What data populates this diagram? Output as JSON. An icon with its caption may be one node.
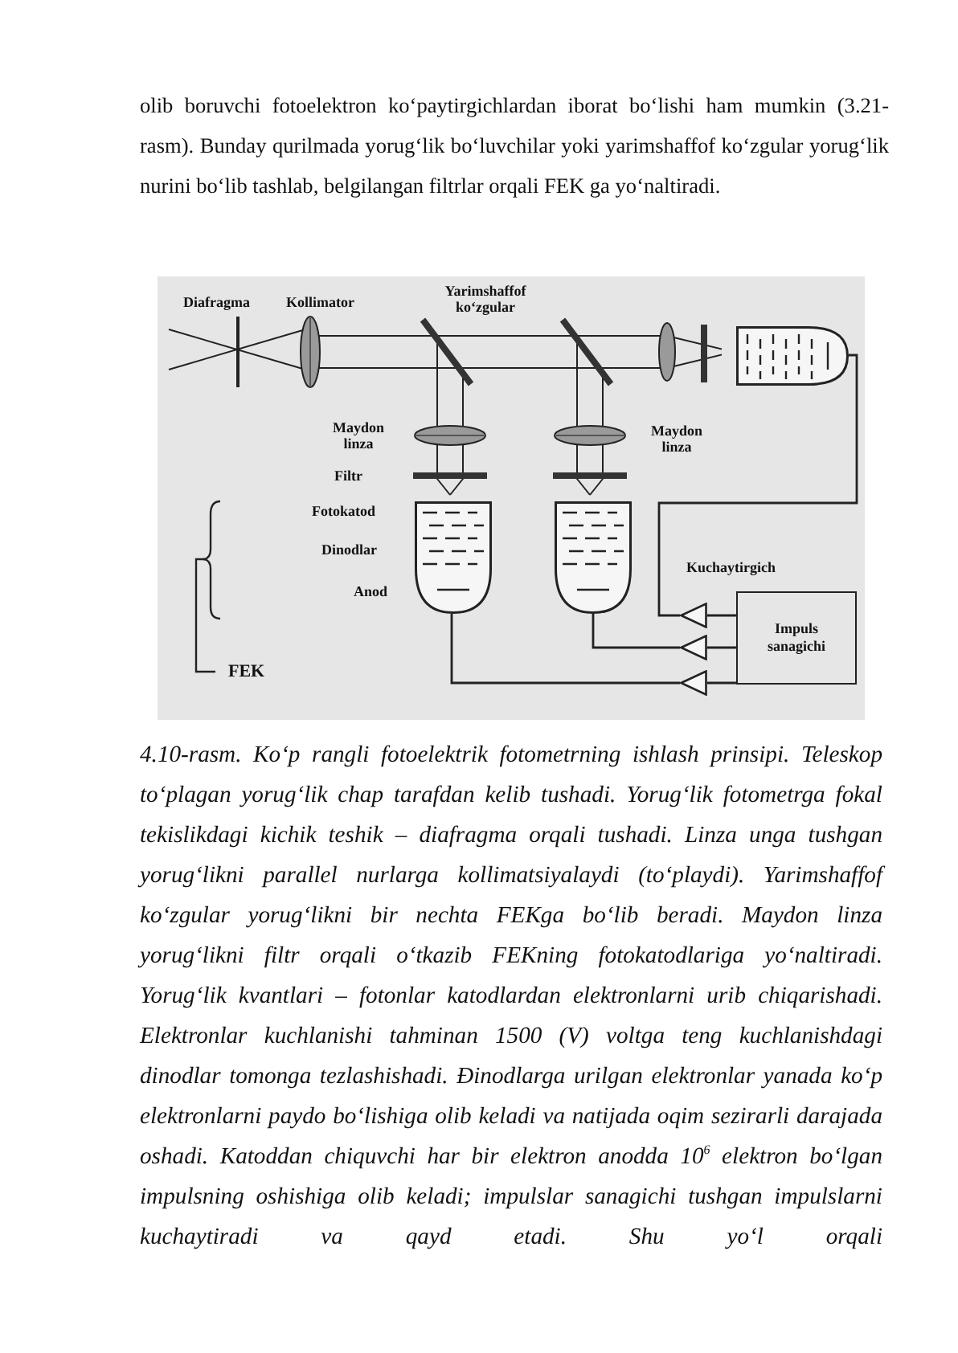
{
  "diagram": {
    "caption": "4.10-rasm. Ko‘p rangli fotoelektrik fotometrning ishlash prinsipi. Teleskop to‘plagan yorug‘lik chap tarafdan kelib tushadi. Yorug‘lik fotometrga fokal tekislikdagi kichik teshik – diafragma orqali tushadi. Linza unga tushgan yorug‘likni parallel nurlarga kollimatsiyalaydi (to‘playdi). Yarimshaffof ko‘zgular yorug‘likni bir nechta FEKga bo‘lib beradi. Maydon linza yorug‘likni filtr orqali o‘tkazib FEKning fotokatodlariga yo‘naltiradi. Yorug‘lik kvantlari – fotonlar katodlardan elektronlarni urib chiqarishadi. Elektronlar kuchlanishi tahminan 1500 (V) voltga teng kuchlanishdagi dinodlar tomonga tezlashishadi. Đinodlarga urilgan elektronlar yanada ko‘p elektronlarni paydo bo‘lishiga olib keladi va natijada oqim sezirarli darajada oshadi. Katoddan chiquvchi har bir elektron anodda 10$^{6}$ elektron bo‘lgan impulsning oshishiga olib keladi; impulslar sanagichi tushgan impulslarni kuchaytiradi va qayd etadi. Shu yo‘l orqali",
    "nodes": [
      {
        "text": [],
        "shape": "picture"
      },
      {
        "text": [],
        "shape": "picture"
      },
      {
        "text": [],
        "shape": "picture"
      },
      {
        "text": [],
        "shape": "triangle"
      },
      {
        "text": [],
        "shape": "triangle"
      },
      {
        "text": [],
        "shape": "triangle"
      },
      {
        "text": [
          "Impuls sanagichi"
        ]
      }
    ],
    "edges": [
      {
        "from": 0,
        "to": 3,
        "arrow": "none"
      },
      {
        "from": 1,
        "to": 5,
        "arrow": "none"
      },
      {
        "from": 2,
        "to": 4,
        "arrow": "none"
      },
      {
        "from": 3,
        "to": 6,
        "arrow": "none"
      },
      {
        "from": 4,
        "to": 6,
        "arrow": "none"
      },
      {
        "from": 5,
        "to": 6,
        "arrow": "none"
      }
    ],
    "labels": [
      "olib boruvchi fotoelektron ko‘paytirgichlardan iborat bo‘lishi ham mumkin (3.21-rasm). Bunday qurilmada yorug‘lik bo‘luvchilar yoki yarimshaffof ko‘zgular yorug‘lik nurini bo‘lib tashlab, belgilangan filtrlar orqali FEK ga yo‘naltiradi.",
      "Diafragma",
      "Kollimator",
      "Yarimshaffof ko‘zgular",
      "Maydon linza",
      "Maydon linza",
      "Filtr",
      "Fotokatod",
      "Dinodlar",
      "Kuchaytirgich",
      "Anod",
      "FEK"
    ]
  }
}
